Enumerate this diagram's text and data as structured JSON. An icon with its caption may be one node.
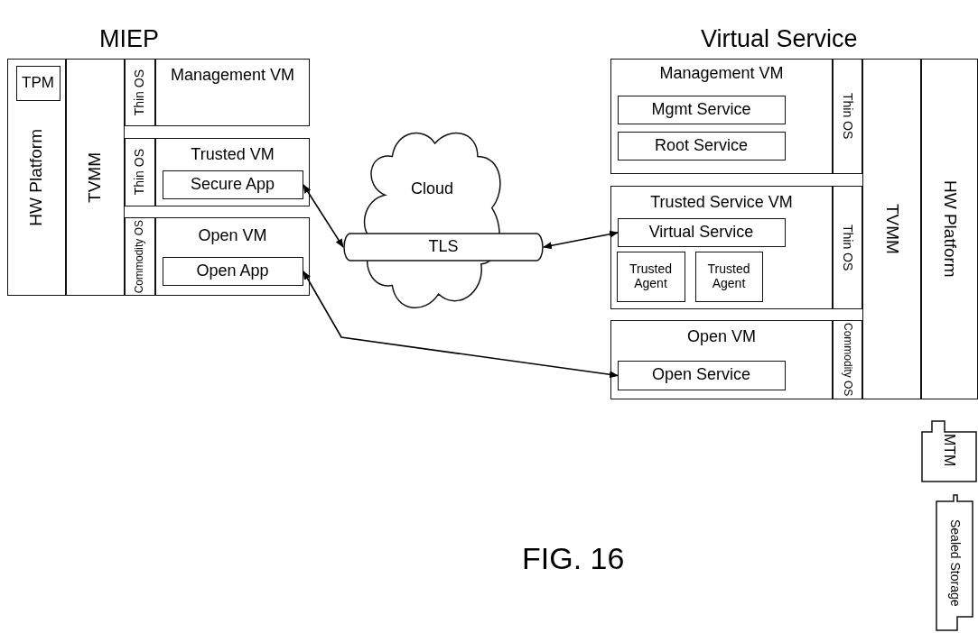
{
  "diagram": {
    "caption": "FIG. 16",
    "nodes": [
      {
        "text": [
          "HW Platform"
        ]
      },
      {
        "text": [
          "TPM"
        ],
        "in": 0
      },
      {
        "text": [
          "TVMM"
        ]
      },
      {
        "text": [
          "Thin OS"
        ]
      },
      {
        "text": [
          "Management VM"
        ]
      },
      {
        "text": [
          "Thin OS"
        ]
      },
      {
        "text": [
          "Trusted VM"
        ]
      },
      {
        "text": [
          "Secure App"
        ],
        "in": 6
      },
      {
        "text": [
          "Commodity OS"
        ]
      },
      {
        "text": [
          "Open VM"
        ]
      },
      {
        "text": [
          "Open App"
        ],
        "in": 9
      },
      {
        "text": [
          "Cloud"
        ]
      },
      {
        "text": [
          "TLS"
        ]
      },
      {
        "text": [
          "Management VM"
        ]
      },
      {
        "text": [
          "Mgmt Service"
        ],
        "in": 13
      },
      {
        "text": [
          "Root Service"
        ],
        "in": 13
      },
      {
        "text": [
          "Thin OS"
        ]
      },
      {
        "text": [
          "Trusted Service VM"
        ]
      },
      {
        "text": [
          "Virtual Service"
        ],
        "in": 17
      },
      {
        "text": [
          "Trusted Agent"
        ],
        "in": 17
      },
      {
        "text": [
          "Trusted Agent"
        ],
        "in": 17
      },
      {
        "text": [
          "Thin OS"
        ]
      },
      {
        "text": [
          "Open VM"
        ]
      },
      {
        "text": [
          "Open Service"
        ],
        "in": 22
      },
      {
        "text": [
          "Commodity OS"
        ]
      },
      {
        "text": [
          "TVMM"
        ]
      },
      {
        "text": [
          "HW Platform"
        ]
      },
      {
        "text": [
          "MTM"
        ]
      },
      {
        "text": [
          "Sealed Storage"
        ]
      }
    ],
    "edges": [
      {
        "from": 7,
        "to": 12,
        "arrow": "both"
      },
      {
        "from": 12,
        "to": 18,
        "arrow": "both"
      },
      {
        "from": 10,
        "to": 23,
        "arrow": "both"
      }
    ],
    "labels": [
      "MIEP",
      "Virtual Service"
    ]
  }
}
